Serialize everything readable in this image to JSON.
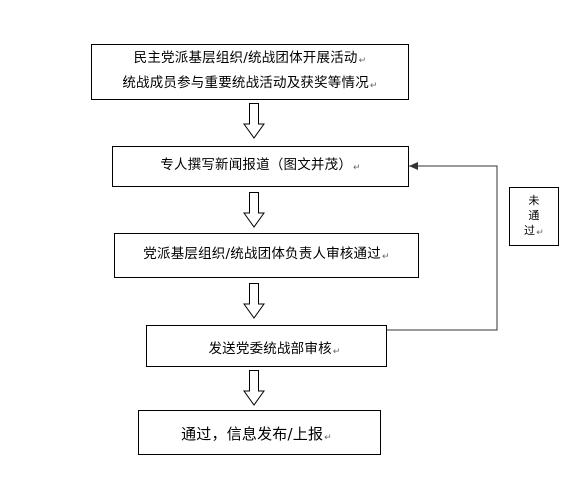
{
  "steps": [
    {
      "lines": [
        "民主党派基层组织/统战团体开展活动",
        "统战成员参与重要统战活动及获奖等情况"
      ]
    },
    {
      "lines": [
        "专人撰写新闻报道（图文并茂）"
      ]
    },
    {
      "lines": [
        "党派基层组织/统战团体负责人审核通过"
      ]
    },
    {
      "lines": [
        "发送党委统战部审核"
      ]
    },
    {
      "lines": [
        "通过，信息发布/上报"
      ]
    }
  ],
  "loop_label": "未通过",
  "paragraph_mark": "↵"
}
